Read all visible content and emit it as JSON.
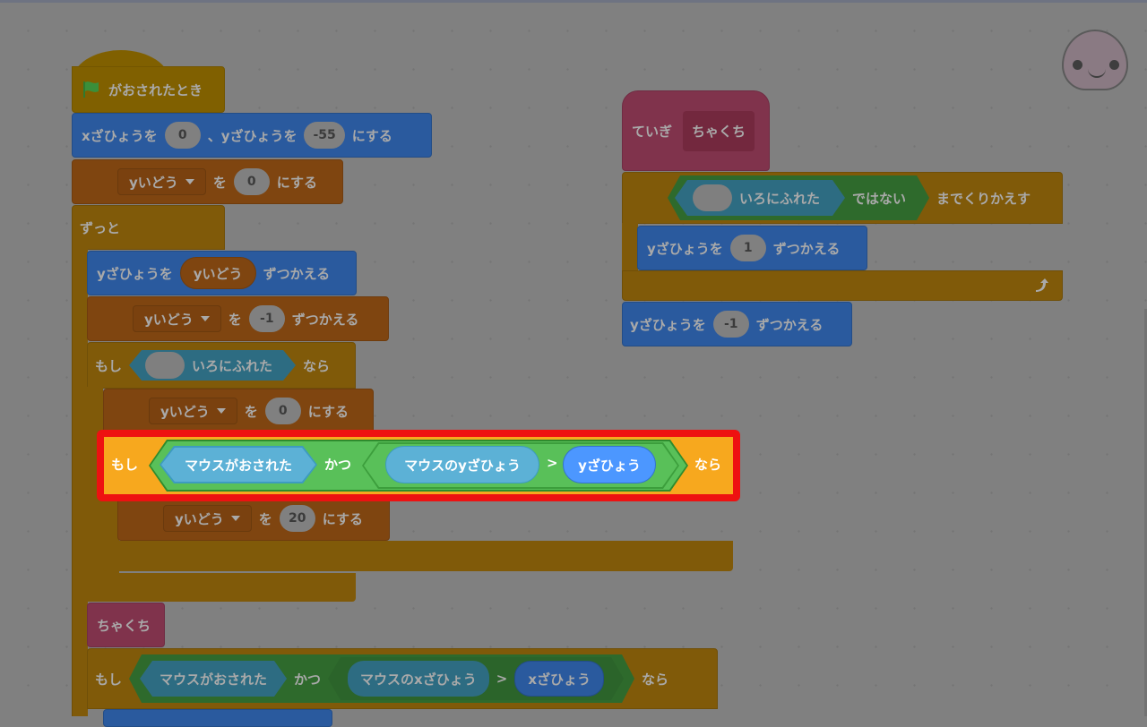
{
  "workspace": {
    "name": "Scratch code area",
    "dimmed": true
  },
  "left_script": {
    "hat": {
      "icon": "green-flag-icon",
      "label": "がおされたとき"
    },
    "goto_xy": {
      "x_label": "xざひょうを",
      "x_value": "0",
      "sep": "、yざひょうを",
      "y_value": "-55",
      "suffix": "にする"
    },
    "set_var_1": {
      "var": "yいどう",
      "to": "を",
      "value": "0",
      "suffix": "にする"
    },
    "forever": {
      "label": "ずっと"
    },
    "change_y_by_var": {
      "label": "yざひょうを",
      "reporter": "yいどう",
      "suffix": "ずつかえる"
    },
    "change_var": {
      "var": "yいどう",
      "to": "を",
      "value": "-1",
      "suffix": "ずつかえる"
    },
    "if_touch": {
      "if": "もし",
      "cond": "いろにふれた",
      "then": "なら"
    },
    "set_var_2": {
      "var": "yいどう",
      "to": "を",
      "value": "0",
      "suffix": "にする"
    },
    "set_var_3": {
      "var": "yいどう",
      "to": "を",
      "value": "20",
      "suffix": "にする"
    },
    "custom_call": {
      "label": "ちゃくち"
    },
    "if_mouse_x": {
      "if": "もし",
      "left": "マウスがおされた",
      "and": "かつ",
      "mouse_x": "マウスのxざひょう",
      "gt": ">",
      "x_pos": "xざひょう",
      "then": "なら"
    }
  },
  "highlighted_block": {
    "if": "もし",
    "left": "マウスがおされた",
    "and": "かつ",
    "mouse_y": "マウスのyざひょう",
    "gt": ">",
    "y_pos": "yざひょう",
    "then": "なら",
    "highlight_color": "#ee1111"
  },
  "right_script": {
    "define": {
      "label": "ていぎ",
      "name": "ちゃくち"
    },
    "repeat_until": {
      "not": "ではない",
      "cond": "いろにふれた",
      "label": "までくりかえす"
    },
    "change_y_1": {
      "label": "yざひょうを",
      "value": "1",
      "suffix": "ずつかえる"
    },
    "change_y_2": {
      "label": "yざひょうを",
      "value": "-1",
      "suffix": "ずつかえる"
    },
    "loop_icon": "loop-arrow-icon"
  },
  "sprite": {
    "icon": "sprite-face-icon"
  }
}
